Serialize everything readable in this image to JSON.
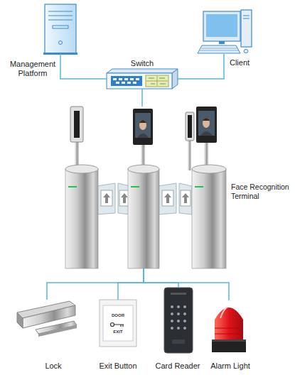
{
  "diagram": {
    "nodes": [
      {
        "text": [
          "Management Platform"
        ]
      },
      {
        "text": [
          "Switch"
        ]
      },
      {
        "text": [
          "Client"
        ]
      },
      {
        "text": [
          "Face Recognition Terminal"
        ]
      },
      {
        "text": [
          "Lock"
        ]
      },
      {
        "text": [
          "Exit Button"
        ]
      },
      {
        "text": [
          "Card Reader"
        ]
      },
      {
        "text": [
          "Alarm Light"
        ]
      }
    ],
    "edges": [
      {
        "from": 0,
        "to": 1,
        "arrow": "none"
      },
      {
        "from": 2,
        "to": 1,
        "arrow": "none"
      },
      {
        "from": 1,
        "to": 3,
        "arrow": "none"
      },
      {
        "from": 3,
        "to": 4,
        "arrow": "none"
      },
      {
        "from": 3,
        "to": 5,
        "arrow": "none"
      },
      {
        "from": 3,
        "to": 6,
        "arrow": "none"
      },
      {
        "from": 3,
        "to": 7,
        "arrow": "none"
      }
    ],
    "labels": [
      "DOOR",
      "EXIT"
    ]
  }
}
